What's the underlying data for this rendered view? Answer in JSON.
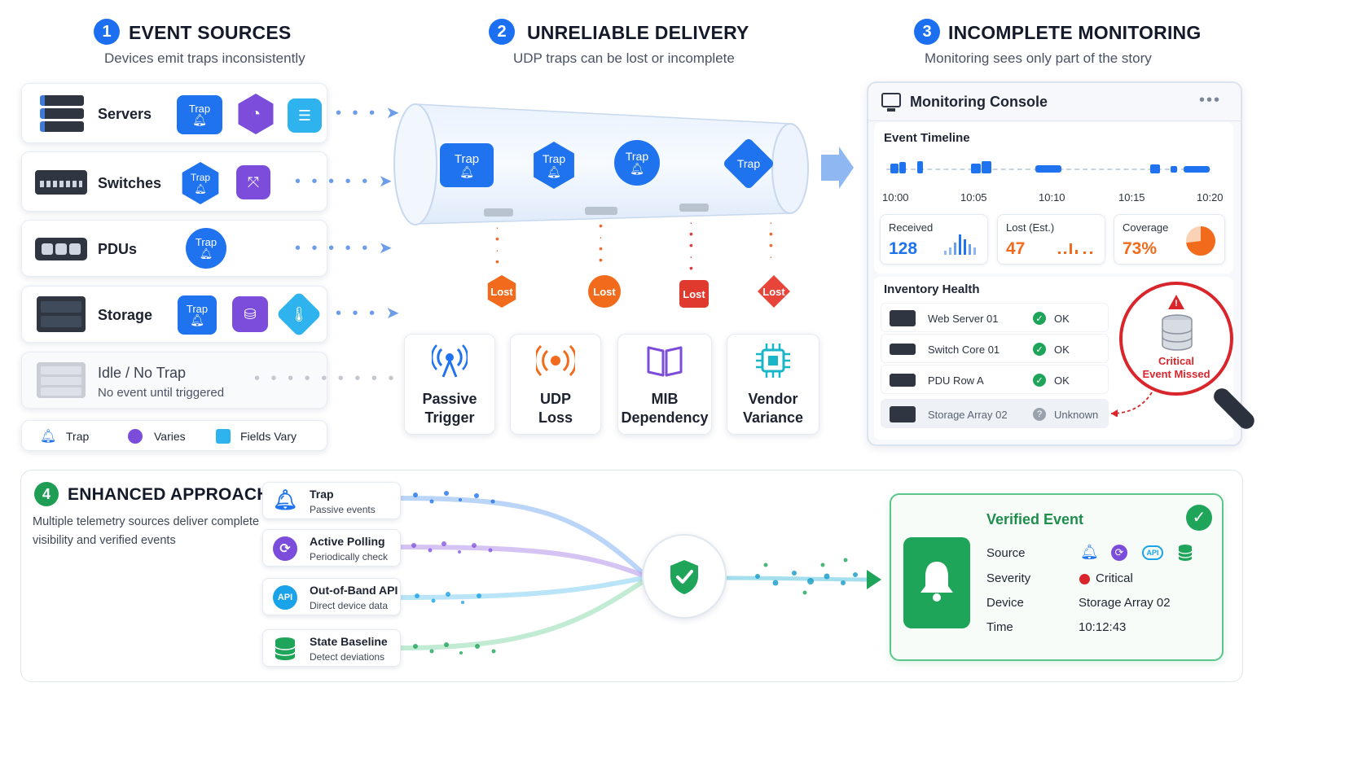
{
  "sections": {
    "s1": {
      "num": "1",
      "title": "EVENT SOURCES",
      "subtitle": "Devices emit traps inconsistently"
    },
    "s2": {
      "num": "2",
      "title": "UNRELIABLE DELIVERY",
      "subtitle": "UDP traps can be lost or incomplete"
    },
    "s3": {
      "num": "3",
      "title": "INCOMPLETE MONITORING",
      "subtitle": "Monitoring sees only part of the story"
    },
    "s4": {
      "num": "4",
      "title": "ENHANCED APPROACH",
      "subtitle_line1": "Multiple telemetry sources deliver complete",
      "subtitle_line2": "visibility and verified events"
    }
  },
  "sources": {
    "servers": "Servers",
    "switches": "Switches",
    "pdus": "PDUs",
    "storage": "Storage",
    "idle_title": "Idle / No Trap",
    "idle_sub": "No event until triggered",
    "trap_word": "Trap"
  },
  "legend": {
    "trap": "Trap",
    "varies": "Varies",
    "fields": "Fields Vary"
  },
  "pipe": {
    "trap_word": "Trap",
    "lost_word": "Lost"
  },
  "problems": [
    {
      "line1": "Passive",
      "line2": "Trigger",
      "icon": "antenna-icon"
    },
    {
      "line1": "UDP",
      "line2": "Loss",
      "icon": "broadcast-icon"
    },
    {
      "line1": "MIB",
      "line2": "Dependency",
      "icon": "book-icon"
    },
    {
      "line1": "Vendor",
      "line2": "Variance",
      "icon": "chip-icon"
    }
  ],
  "console": {
    "title": "Monitoring Console",
    "timeline_title": "Event Timeline",
    "times": [
      "10:00",
      "10:05",
      "10:10",
      "10:15",
      "10:20"
    ],
    "received_label": "Received",
    "received_value": "128",
    "lost_label": "Lost (Est.)",
    "lost_value": "47",
    "coverage_label": "Coverage",
    "coverage_value": "73%",
    "coverage_fraction": 0.73,
    "inventory_title": "Inventory Health",
    "inventory": [
      {
        "name": "Web Server 01",
        "status": "OK"
      },
      {
        "name": "Switch Core 01",
        "status": "OK"
      },
      {
        "name": "PDU Row A",
        "status": "OK"
      },
      {
        "name": "Storage Array 02",
        "status": "Unknown"
      }
    ],
    "critical_line1": "Critical",
    "critical_line2": "Event Missed"
  },
  "methods": [
    {
      "title": "Trap",
      "sub": "Passive events",
      "color": "#1f73ef"
    },
    {
      "title": "Active Polling",
      "sub": "Periodically check",
      "color": "#7c4ddb"
    },
    {
      "title": "Out-of-Band API",
      "sub": "Direct device data",
      "color": "#1aa3e8",
      "badge": "API"
    },
    {
      "title": "State Baseline",
      "sub": "Detect deviations",
      "color": "#1fa55a"
    }
  ],
  "verified": {
    "title": "Verified Event",
    "source_label": "Source",
    "severity_label": "Severity",
    "severity_value": "Critical",
    "device_label": "Device",
    "device_value": "Storage Array 02",
    "time_label": "Time",
    "time_value": "10:12:43",
    "api_word": "API"
  },
  "colors": {
    "blue": "#1f73ef",
    "purple": "#7c4ddb",
    "cyan": "#1aa3e8",
    "green": "#1fa55a",
    "orange": "#f26b1d",
    "red": "#d8262c"
  }
}
